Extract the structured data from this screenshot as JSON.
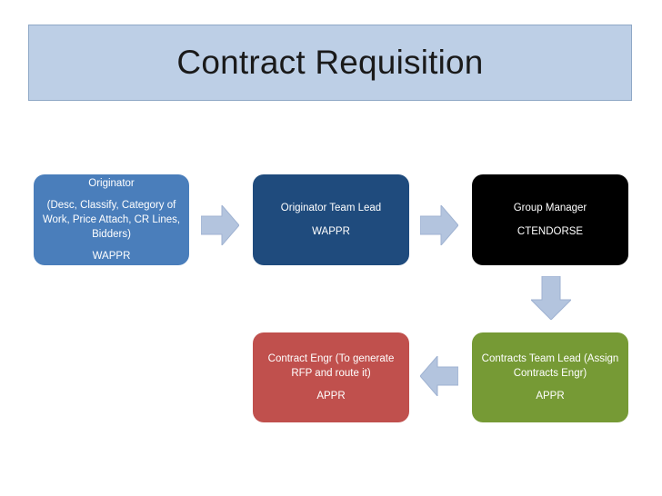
{
  "slide": {
    "title": "Contract Requisition",
    "background_color": "#ffffff"
  },
  "theme": {
    "title_background": "#bdcfe6",
    "title_border": "#8fa8c6",
    "arrow_fill": "#b3c4de",
    "arrow_stroke": "#9fb2d1"
  },
  "flow": {
    "nodes": [
      {
        "id": "originator",
        "role": "Originator",
        "detail": "(Desc, Classify, Category of Work, Price Attach, CR Lines, Bidders)",
        "status": "WAPPR",
        "color": "#4a7ebb"
      },
      {
        "id": "originator-team-lead",
        "role": "Originator Team Lead",
        "detail": "",
        "status": "WAPPR",
        "color": "#1f4b7d"
      },
      {
        "id": "group-manager",
        "role": "Group Manager",
        "detail": "",
        "status": "CTENDORSE",
        "color": "#000000"
      },
      {
        "id": "contracts-team-lead",
        "role": "Contracts Team Lead (Assign Contracts Engr)",
        "detail": "",
        "status": "APPR",
        "color": "#769a35"
      },
      {
        "id": "contract-engr",
        "role": "Contract Engr (To generate RFP and route it)",
        "detail": "",
        "status": "APPR",
        "color": "#c0504d"
      }
    ],
    "arrows": [
      {
        "id": "originator-to-team-lead",
        "direction": "right"
      },
      {
        "id": "team-lead-to-group-manager",
        "direction": "right"
      },
      {
        "id": "group-manager-to-contracts-lead",
        "direction": "down"
      },
      {
        "id": "contracts-lead-to-contract-engr",
        "direction": "left"
      }
    ]
  }
}
